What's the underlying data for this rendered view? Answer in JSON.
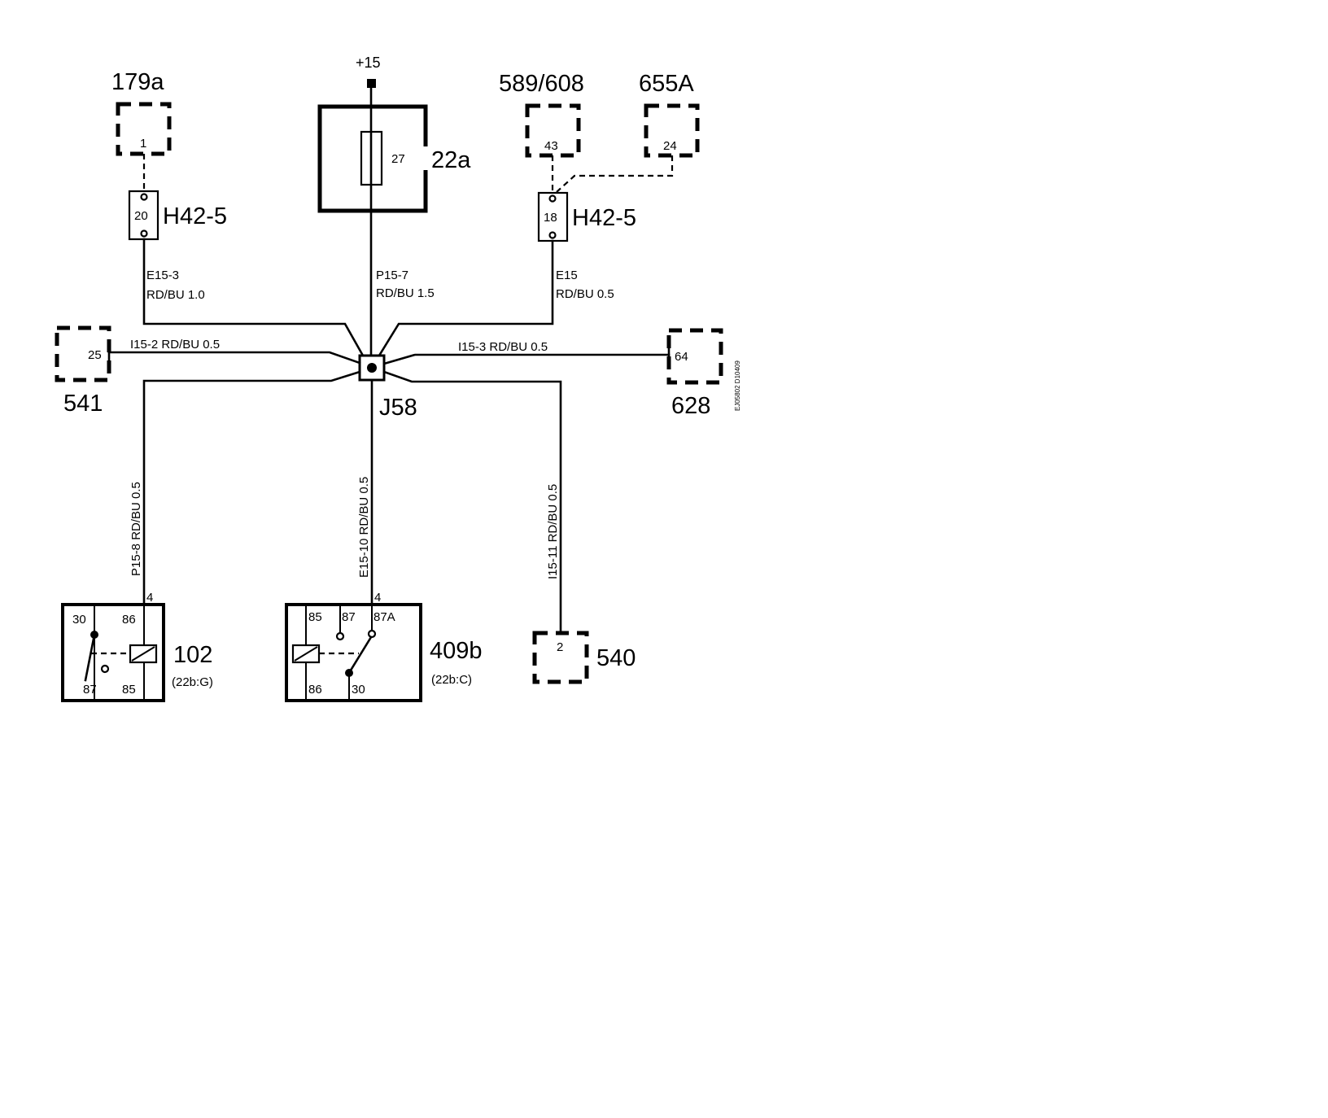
{
  "supply": {
    "label": "+15"
  },
  "fuse": {
    "number": "27",
    "component": "22a"
  },
  "junction": {
    "label": "J58"
  },
  "left_connector": {
    "id": "179a",
    "pin": "1"
  },
  "h42_left": {
    "label": "H42-5",
    "pin": "20"
  },
  "right_connectors": [
    {
      "id": "589/608",
      "pin": "43"
    },
    {
      "id": "655A",
      "pin": "24"
    }
  ],
  "h42_right": {
    "label": "H42-5",
    "pin": "18"
  },
  "wires": {
    "left_top": {
      "code": "E15-3",
      "spec": "RD/BU  1.0"
    },
    "center_top": {
      "code": "P15-7",
      "spec": "RD/BU  1.5"
    },
    "right_top": {
      "code": "E15",
      "spec": "RD/BU  0.5"
    },
    "left_mid": {
      "text": "I15-2   RD/BU   0.5"
    },
    "right_mid": {
      "text": "I15-3   RD/BU   0.5"
    },
    "down_left": {
      "text": "P15-8  RD/BU  0.5"
    },
    "down_center": {
      "text": "E15-10  RD/BU  0.5"
    },
    "down_right": {
      "text": "I15-11  RD/BU  0.5"
    }
  },
  "comp_541": {
    "id": "541",
    "pin": "25"
  },
  "comp_628": {
    "id": "628",
    "pin": "64"
  },
  "comp_540": {
    "id": "540",
    "pin": "2"
  },
  "relay_102": {
    "id": "102",
    "ref": "(22b:G)",
    "wire_pin": "4",
    "pins": {
      "p30": "30",
      "p86": "86",
      "p87": "87",
      "p85": "85"
    }
  },
  "relay_409b": {
    "id": "409b",
    "ref": "(22b:C)",
    "wire_pin": "4",
    "pins": {
      "p85": "85",
      "p87": "87",
      "p87a": "87A",
      "p86": "86",
      "p30": "30"
    }
  },
  "doc_code": "EJ05802 D10409"
}
